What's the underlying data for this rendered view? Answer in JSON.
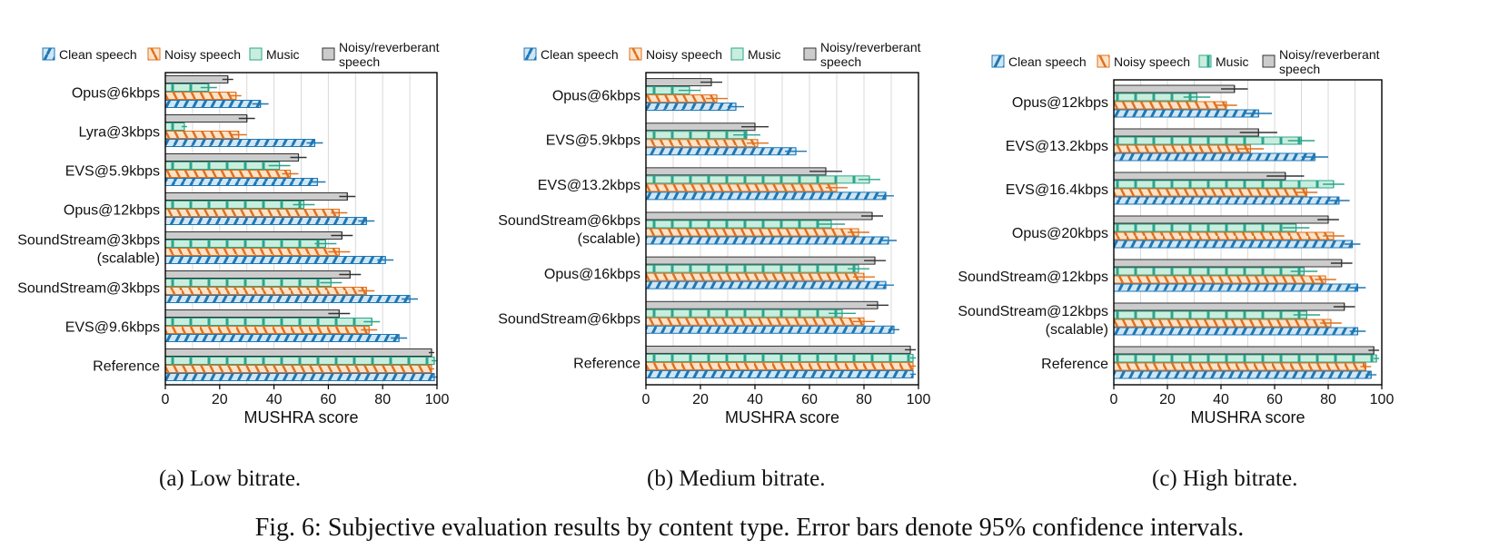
{
  "figure_caption": "Fig. 6: Subjective evaluation results by content type. Error bars denote 95% confidence intervals.",
  "colors": {
    "clean_speech": "#1f77b4",
    "noisy_speech": "#e0701e",
    "music": "#2ca58d",
    "noisy_reverberant_speech": "#333333"
  },
  "chart_data": [
    {
      "type": "bar",
      "orientation": "horizontal",
      "caption": "(a) Low bitrate.",
      "xlabel": "MUSHRA score",
      "xlim": [
        0,
        100
      ],
      "xticks": [
        "0",
        "20",
        "40",
        "60",
        "80",
        "100"
      ],
      "grid": true,
      "legend_position": "top",
      "legend": [
        "Clean speech",
        "Noisy speech",
        "Music",
        "Noisy/reverberant speech"
      ],
      "categories": [
        "Opus@6kbps",
        "Lyra@3kbps",
        "EVS@5.9kbps",
        "Opus@12kbps",
        "SoundStream@3kbps\n(scalable)",
        "SoundStream@3kbps",
        "EVS@9.6kbps",
        "Reference"
      ],
      "series": [
        {
          "name": "Noisy/reverberant speech",
          "values": [
            23,
            30,
            49,
            67,
            65,
            68,
            64,
            98
          ],
          "errors": [
            2,
            3,
            3,
            3,
            4,
            4,
            4,
            1
          ]
        },
        {
          "name": "Music",
          "values": [
            16,
            7,
            42,
            51,
            59,
            61,
            76,
            99
          ],
          "errors": [
            3,
            1,
            4,
            4,
            4,
            4,
            3,
            1
          ]
        },
        {
          "name": "Noisy speech",
          "values": [
            26,
            27,
            46,
            64,
            64,
            74,
            75,
            98
          ],
          "errors": [
            2,
            3,
            3,
            3,
            4,
            3,
            3,
            1
          ]
        },
        {
          "name": "Clean speech",
          "values": [
            35,
            55,
            56,
            74,
            81,
            90,
            86,
            99
          ],
          "errors": [
            3,
            3,
            3,
            3,
            3,
            3,
            3,
            1
          ]
        }
      ]
    },
    {
      "type": "bar",
      "orientation": "horizontal",
      "caption": "(b) Medium bitrate.",
      "xlabel": "MUSHRA score",
      "xlim": [
        0,
        100
      ],
      "xticks": [
        "0",
        "20",
        "40",
        "60",
        "80",
        "100"
      ],
      "grid": true,
      "legend_position": "top",
      "legend": [
        "Clean speech",
        "Noisy speech",
        "Music",
        "Noisy/reverberant speech"
      ],
      "categories": [
        "Opus@6kbps",
        "EVS@5.9kbps",
        "EVS@13.2kbps",
        "SoundStream@6kbps\n(scalable)",
        "Opus@16kbps",
        "SoundStream@6kbps",
        "Reference"
      ],
      "series": [
        {
          "name": "Noisy/reverberant speech",
          "values": [
            24,
            40,
            66,
            83,
            84,
            85,
            97
          ],
          "errors": [
            4,
            5,
            6,
            4,
            4,
            4,
            2
          ]
        },
        {
          "name": "Music",
          "values": [
            16,
            37,
            82,
            68,
            78,
            72,
            98
          ],
          "errors": [
            4,
            5,
            4,
            5,
            4,
            5,
            1
          ]
        },
        {
          "name": "Noisy speech",
          "values": [
            26,
            41,
            70,
            78,
            80,
            80,
            98
          ],
          "errors": [
            4,
            4,
            4,
            4,
            4,
            4,
            1
          ]
        },
        {
          "name": "Clean speech",
          "values": [
            33,
            55,
            88,
            89,
            88,
            91,
            98
          ],
          "errors": [
            3,
            4,
            3,
            3,
            3,
            2,
            1
          ]
        }
      ]
    },
    {
      "type": "bar",
      "orientation": "horizontal",
      "caption": "(c) High bitrate.",
      "xlabel": "MUSHRA score",
      "xlim": [
        0,
        100
      ],
      "xticks": [
        "0",
        "20",
        "40",
        "60",
        "80",
        "100"
      ],
      "grid": true,
      "legend_position": "top",
      "legend": [
        "Clean speech",
        "Noisy speech",
        "Music",
        "Noisy/reverberant speech"
      ],
      "categories": [
        "Opus@12kbps",
        "EVS@13.2kbps",
        "EVS@16.4kbps",
        "Opus@20kbps",
        "SoundStream@12kbps",
        "SoundStream@12kbps\n(scalable)",
        "Reference"
      ],
      "series": [
        {
          "name": "Noisy/reverberant speech",
          "values": [
            45,
            54,
            64,
            80,
            85,
            86,
            97
          ],
          "errors": [
            5,
            7,
            7,
            4,
            4,
            4,
            2
          ]
        },
        {
          "name": "Music",
          "values": [
            31,
            70,
            82,
            68,
            71,
            72,
            98
          ],
          "errors": [
            5,
            5,
            4,
            5,
            5,
            5,
            1
          ]
        },
        {
          "name": "Noisy speech",
          "values": [
            42,
            51,
            72,
            82,
            79,
            81,
            94
          ],
          "errors": [
            4,
            5,
            4,
            4,
            4,
            4,
            2
          ]
        },
        {
          "name": "Clean speech",
          "values": [
            54,
            75,
            84,
            89,
            91,
            91,
            96
          ],
          "errors": [
            5,
            5,
            4,
            3,
            3,
            3,
            2
          ]
        }
      ]
    }
  ]
}
